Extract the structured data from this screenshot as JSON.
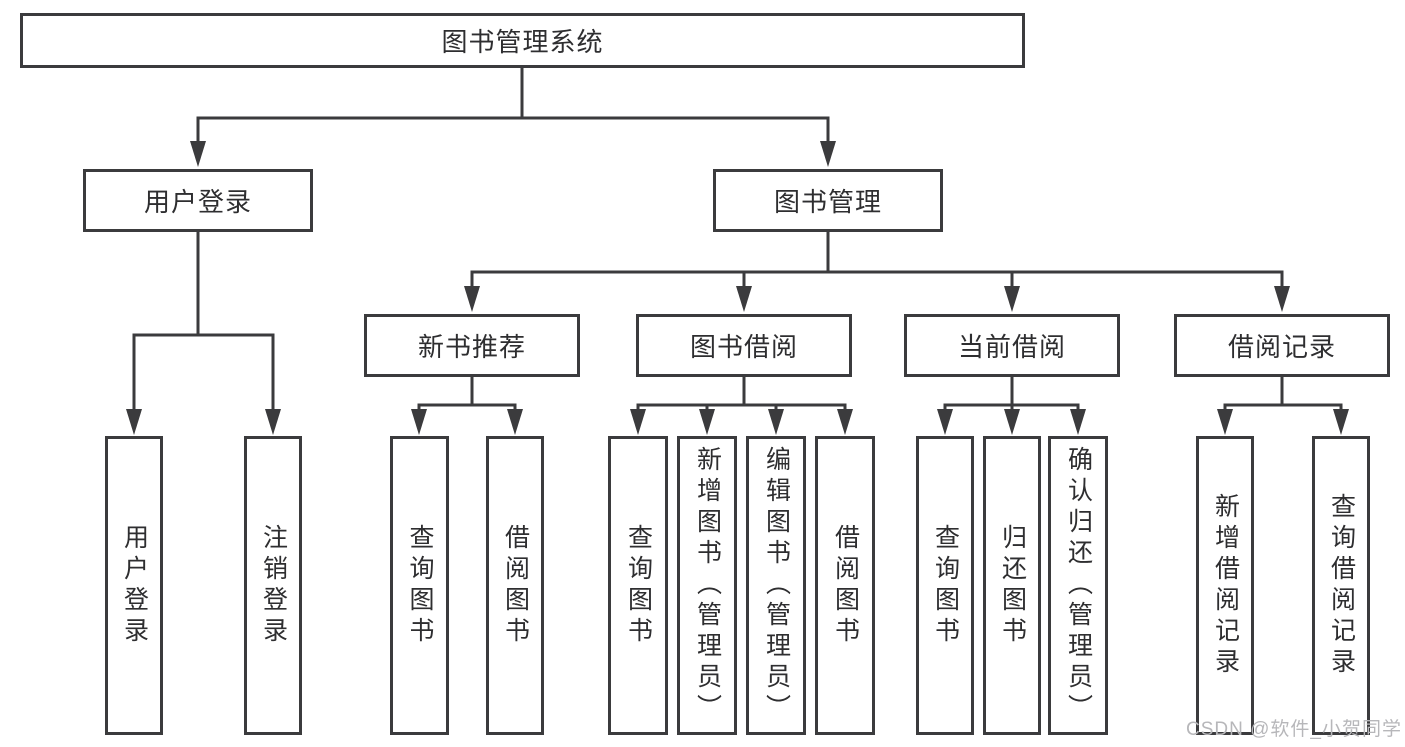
{
  "watermark": "CSDN @软件_小贺同学",
  "colors": {
    "line": "#3b3b3d",
    "text": "#2e2e30",
    "watermark": "#b7b7ba",
    "background": "#ffffff"
  },
  "tree": {
    "root": "图书管理系统",
    "branches": [
      {
        "label": "用户登录",
        "children": [
          "用户登录",
          "注销登录"
        ]
      },
      {
        "label": "图书管理",
        "sections": [
          {
            "label": "新书推荐",
            "children": [
              "查询图书",
              "借阅图书"
            ]
          },
          {
            "label": "图书借阅",
            "children": [
              "查询图书",
              "新增图书（管理员）",
              "编辑图书（管理员）",
              "借阅图书"
            ]
          },
          {
            "label": "当前借阅",
            "children": [
              "查询图书",
              "归还图书",
              "确认归还（管理员）"
            ]
          },
          {
            "label": "借阅记录",
            "children": [
              "新增借阅记录",
              "查询借阅记录"
            ]
          }
        ]
      }
    ]
  }
}
